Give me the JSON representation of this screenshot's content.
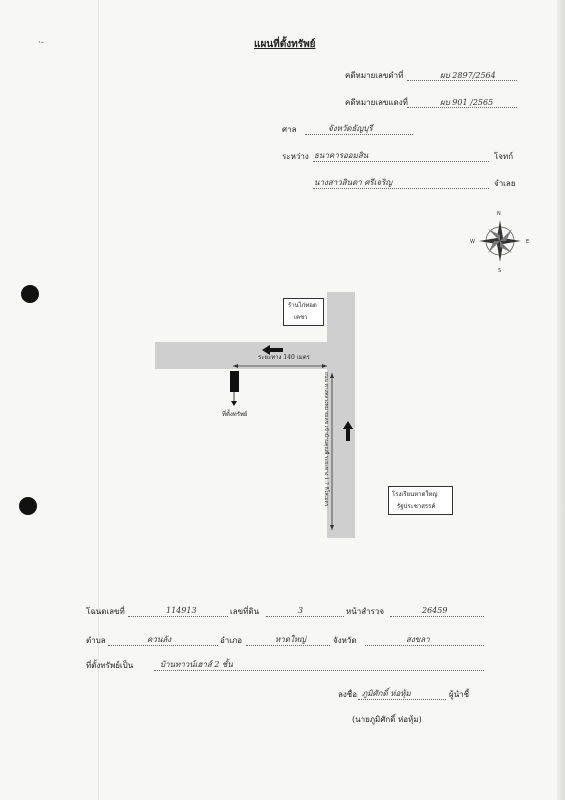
{
  "title": "แผนที่ตั้งทรัพย์",
  "case": {
    "black_label": "คดีหมายเลขดำที่",
    "black_value": "ผบ 2897/2564",
    "red_label": "คดีหมายเลขแดงที่",
    "red_value": "ผบ 901 /2565"
  },
  "court": {
    "label": "ศาล",
    "value": "จังหวัดธัญบุรี"
  },
  "parties": {
    "between_label": "ระหว่าง",
    "plaintiff_name": "ธนาคารออมสิน",
    "plaintiff_role": "โจทก์",
    "defendant_name": "นางสาวสินดา ศรีเจริญ",
    "defendant_role": "จำเลย"
  },
  "compass": {
    "n": "N",
    "s": "S",
    "e": "E",
    "w": "W"
  },
  "map": {
    "shop_label_1": "ร้านไก่ทอด",
    "shop_label_2": "เคชา",
    "distance_horizontal": "ระยะทาง 140 เมตร",
    "road_vertical": "ถนน ทางหลวงหมายเลข เข้าบ้านคุณพี่ ระยะทาง 1.7 กิโลเมตร",
    "property_label": "ที่ตั้งทรัพย์",
    "school_1": "โรงเรียนหาดใหญ่",
    "school_2": "รัฐประชาสรรค์"
  },
  "deed": {
    "deed_label": "โฉนดเลขที่",
    "deed_value": "114913",
    "land_label": "เลขที่ดิน",
    "land_value": "3",
    "survey_label": "หน้าสำรวจ",
    "survey_value": "26459",
    "subdistrict_label": "ตำบล",
    "subdistrict_value": "ควนลัง",
    "district_label": "อำเภอ",
    "district_value": "หาดใหญ่",
    "province_label": "จังหวัด",
    "province_value": "สงขลา",
    "type_label": "ที่ตั้งทรัพย์เป็น",
    "type_value": "บ้านทาวน์เฮาส์ 2 ชั้น"
  },
  "signature": {
    "sign_label": "ลงชื่อ",
    "signer": "ภูมิศักดิ์ ห่อหุ้ม",
    "role": "ผู้นำชี้",
    "printed_name": "(นายภูมิศักดิ์  ห่อหุ้ม)"
  }
}
